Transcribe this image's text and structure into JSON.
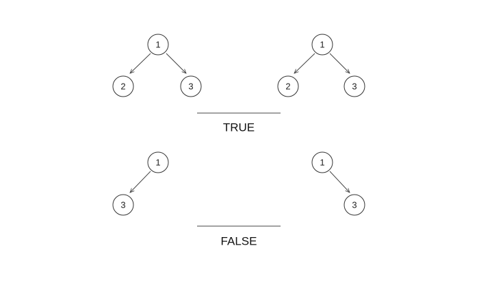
{
  "comparisons": [
    {
      "verdict": "TRUE",
      "left_tree": {
        "root": "1",
        "left_child": "2",
        "right_child": "3"
      },
      "right_tree": {
        "root": "1",
        "left_child": "2",
        "right_child": "3"
      }
    },
    {
      "verdict": "FALSE",
      "left_tree": {
        "root": "1",
        "left_child": "3",
        "right_child": null
      },
      "right_tree": {
        "root": "1",
        "left_child": null,
        "right_child": "3"
      }
    }
  ],
  "colors": {
    "stroke": "#444444",
    "text": "#222222",
    "background": "#ffffff"
  }
}
